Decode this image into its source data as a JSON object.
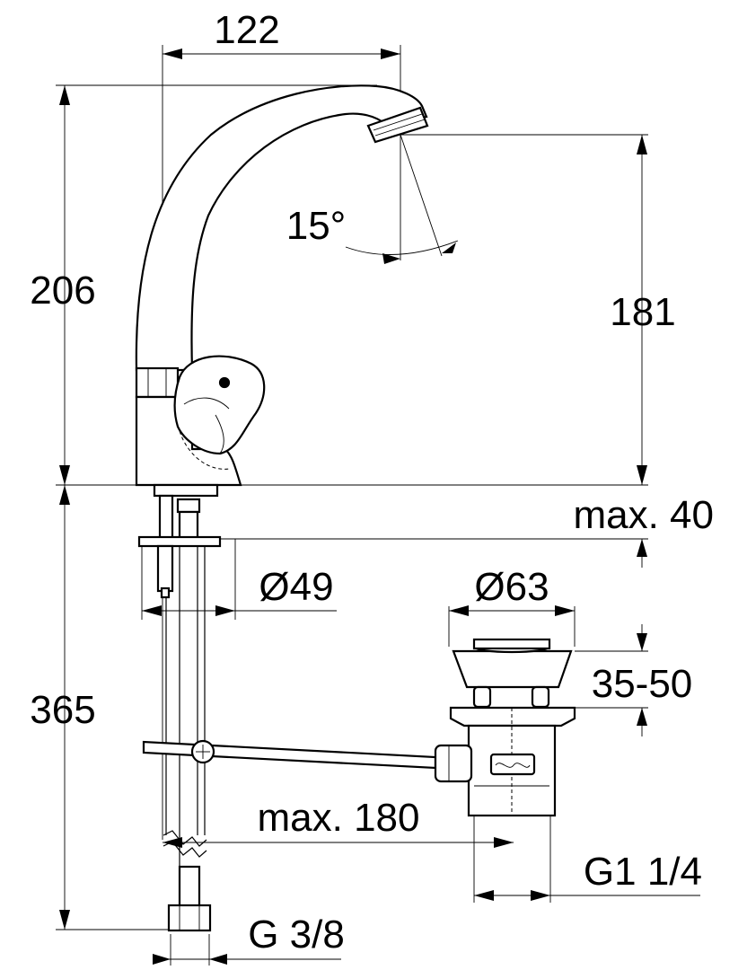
{
  "dimensions": {
    "spout_reach": "122",
    "overall_height": "206",
    "spout_height": "181",
    "swivel_angle": "15°",
    "deck_thickness": "max. 40",
    "tap_hole_diameter": "Ø49",
    "waste_head_diameter": "Ø63",
    "basin_thickness_range": "35-50",
    "under_deck_length": "365",
    "rod_length": "max. 180",
    "waste_thread": "G1 1/4",
    "supply_thread": "G 3/8"
  },
  "colors": {
    "line": "#000000",
    "background": "#ffffff"
  }
}
